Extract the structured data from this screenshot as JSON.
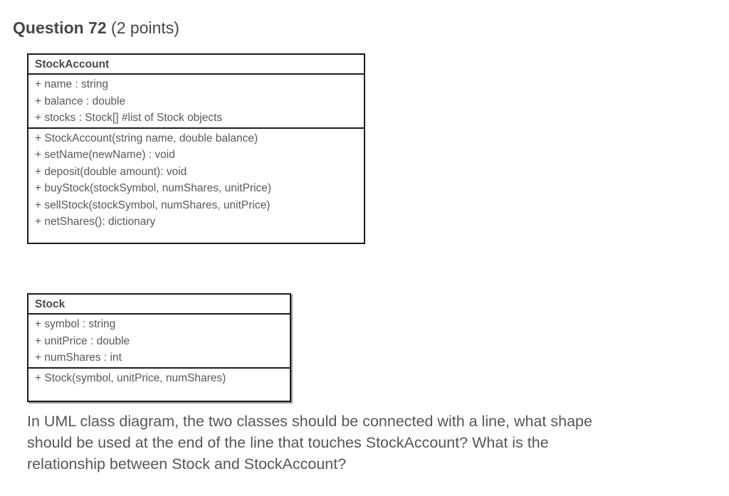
{
  "header": {
    "title": "Question 72",
    "points": " (2 points)"
  },
  "uml": {
    "classes": [
      {
        "name": "StockAccount",
        "attributes": [
          "+ name : string",
          "+ balance : double",
          "+ stocks : Stock[] #list of Stock objects"
        ],
        "methods": [
          "+ StockAccount(string name, double balance)",
          "+ setName(newName) : void",
          "+ deposit(double amount): void",
          "+ buyStock(stockSymbol, numShares, unitPrice)",
          "+ sellStock(stockSymbol, numShares, unitPrice)",
          "+ netShares(): dictionary"
        ]
      },
      {
        "name": "Stock",
        "attributes": [
          "+ symbol : string",
          "+ unitPrice : double",
          "+ numShares : int"
        ],
        "methods": [
          "+ Stock(symbol, unitPrice, numShares)"
        ]
      }
    ]
  },
  "question": {
    "lines": [
      "In UML class diagram, the two classes should be connected with a line, what shape",
      "should be used at the end of the line that touches StockAccount? What is the",
      "relationship between Stock and StockAccount?"
    ],
    "full_text": "In UML class diagram, the two classes should be connected with a line, what shape should be used at the end of the line that touches StockAccount? What is the relationship between Stock and StockAccount?"
  },
  "colors": {
    "background": "#ffffff",
    "heading_text": "#474747",
    "uml_text": "#595959",
    "question_text": "#565656",
    "box_border": "#1c1c1c",
    "box_shadow": "#9a9a9a"
  }
}
